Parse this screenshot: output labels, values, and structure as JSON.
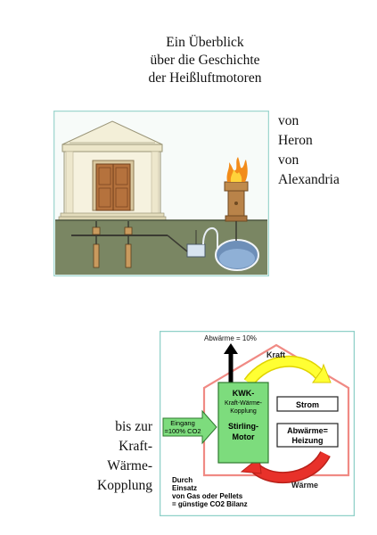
{
  "title": {
    "lines": [
      "Ein Überblick",
      "über die Geschichte",
      "der Heißluftmotoren"
    ]
  },
  "heron_label": {
    "lines": [
      "von",
      "Heron",
      "von",
      "Alexandria"
    ]
  },
  "kwk_label": {
    "lines": [
      "bis zur",
      "Kraft-",
      "Wärme-",
      "Kopplung"
    ]
  },
  "diagram": {
    "abwaerme_top": "Abwärme = 10%",
    "kraft": "Kraft",
    "kwk_lines": [
      "KWK-",
      "Kraft-Wärme-",
      "Kopplung"
    ],
    "stirling_lines": [
      "Stirling-",
      "Motor"
    ],
    "strom": "Strom",
    "abwaerme_heizung_lines": [
      "Abwärme=",
      "Heizung"
    ],
    "eingang_lines": [
      "Eingang",
      "=100% CO2"
    ],
    "waerme": "Wärme",
    "durch_lines": [
      "Durch",
      "Einsatz",
      "von Gas oder Pellets",
      "= günstige CO2 Bilanz"
    ]
  },
  "colors": {
    "green_box": "#7ddc7d",
    "yellow_arrow": "#ffff33",
    "red_arrow": "#e8312a",
    "house_outline": "#f08a84",
    "temple": "#f3efd8",
    "door": "#b5723d",
    "underground": "#7a8663",
    "frame": "#9fd6cf"
  }
}
